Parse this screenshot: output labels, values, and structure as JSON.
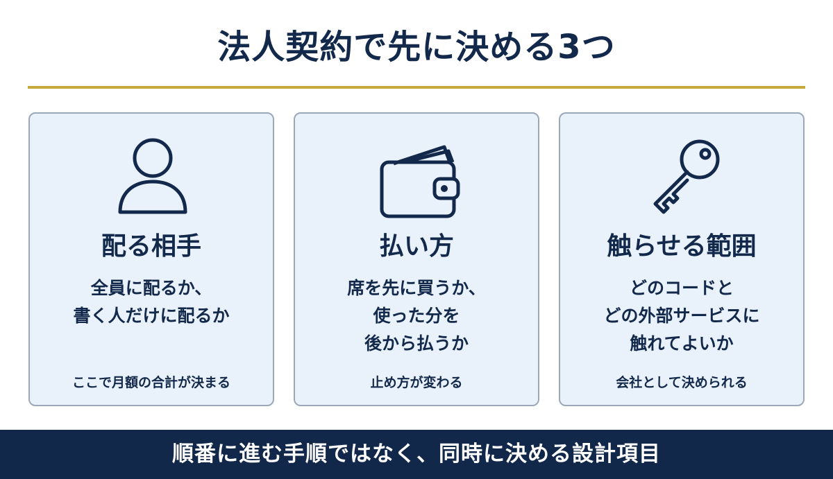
{
  "header": {
    "title": "法人契約で先に決める3つ"
  },
  "colors": {
    "navy": "#13294b",
    "gold_rule": "#c6a93a",
    "card_bg": "#e9f1fa",
    "card_border": "#9aa8b8",
    "footer_bg": "#12284a"
  },
  "cards": [
    {
      "icon": "person-icon",
      "title": "配る相手",
      "desc": [
        "全員に配るか、",
        "書く人だけに配るか"
      ],
      "note": "ここで月額の合計が決まる"
    },
    {
      "icon": "wallet-icon",
      "title": "払い方",
      "desc": [
        "席を先に買うか、",
        "使った分を",
        "後から払うか"
      ],
      "note": "止め方が変わる"
    },
    {
      "icon": "key-icon",
      "title": "触らせる範囲",
      "desc": [
        "どのコードと",
        "どの外部サービスに",
        "触れてよいか"
      ],
      "note": "会社として決められる"
    }
  ],
  "footer": {
    "text": "順番に進む手順ではなく、同時に決める設計項目"
  }
}
